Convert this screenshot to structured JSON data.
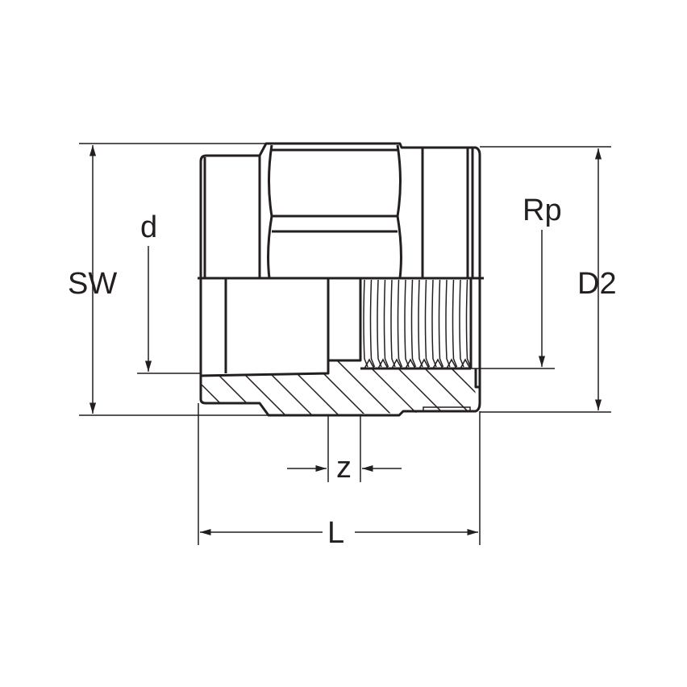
{
  "diagram": {
    "labels": {
      "sw": "SW",
      "d": "d",
      "rp": "Rp",
      "d2": "D2",
      "z": "z",
      "l": "L"
    },
    "line_color": "#231f20"
  }
}
